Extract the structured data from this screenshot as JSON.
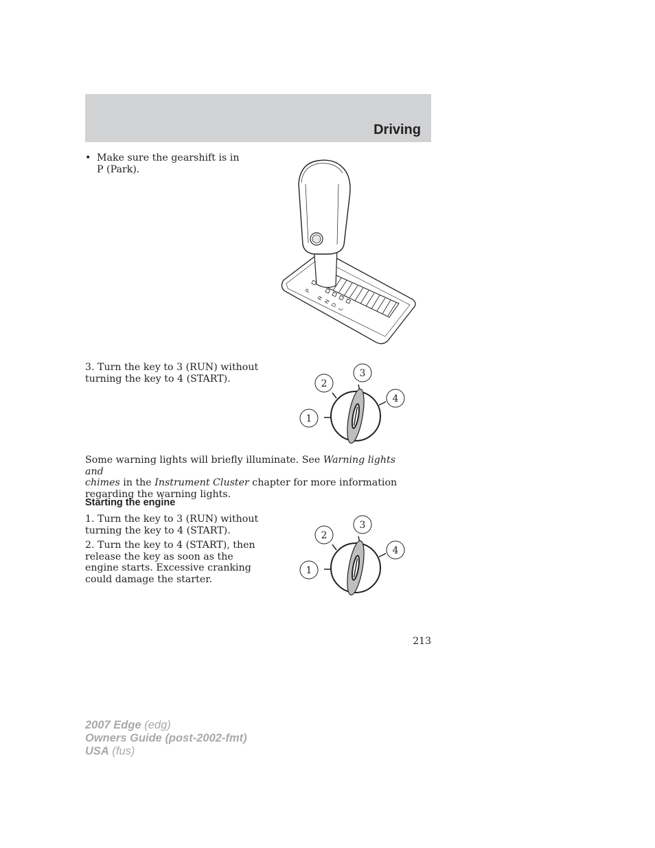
{
  "header": {
    "title": "Driving"
  },
  "bullet": {
    "symbol": "•",
    "line1": "Make sure the gearshift is in",
    "line2": "P (Park)."
  },
  "gearshift": {
    "labels": [
      "P",
      "R",
      "N",
      "D",
      "L"
    ]
  },
  "step_run_top": {
    "line1": "3. Turn the key to 3 (RUN) without",
    "line2": "turning the key to 4 (START)."
  },
  "ignition": {
    "positions": [
      "1",
      "2",
      "3",
      "4"
    ]
  },
  "warning_paragraph": {
    "part1": "Some warning lights will briefly illuminate. See ",
    "italic1": "Warning lights and",
    "italic1b": "chimes",
    "part2": " in the ",
    "italic2": "Instrument Cluster",
    "part3": " chapter for more information",
    "line3": "regarding the warning lights."
  },
  "section": {
    "heading": "Starting the engine"
  },
  "steps": {
    "step1_line1": "1. Turn the key to 3 (RUN) without",
    "step1_line2": "turning the key to 4 (START).",
    "step2_line1": "2. Turn the key to 4 (START), then",
    "step2_line2": "release the key as soon as the",
    "step2_line3": "engine starts. Excessive cranking",
    "step2_line4": "could damage the starter."
  },
  "page_number": "213",
  "footer": {
    "line1_bold": "2007 Edge",
    "line1_rest": " (edg)",
    "line2_bold": "Owners Guide (post-2002-fmt)",
    "line3_bold": "USA",
    "line3_rest": " (fus)"
  }
}
